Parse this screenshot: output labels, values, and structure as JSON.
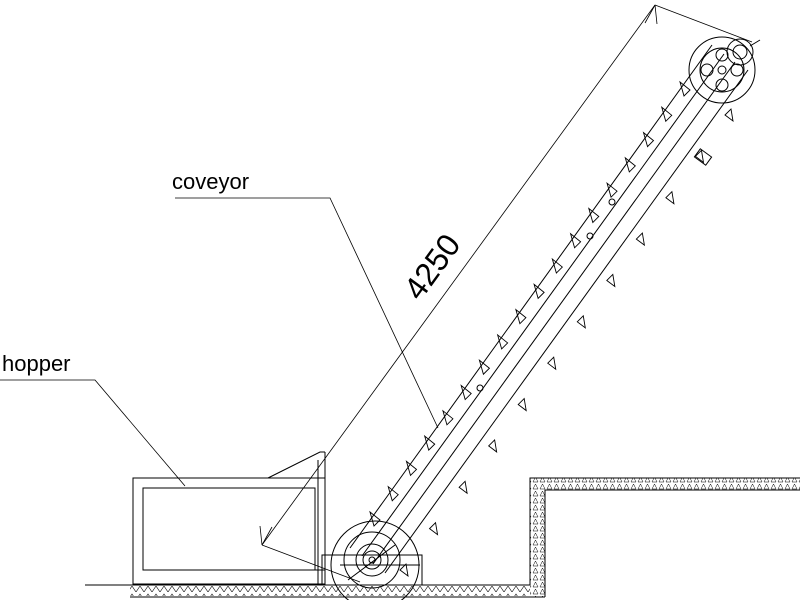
{
  "labels": {
    "conveyor": "coveyor",
    "hopper": "hopper",
    "length_dimension": "4250"
  },
  "colors": {
    "line": "#000000",
    "background": "#ffffff"
  },
  "counts": {
    "flights": 18
  }
}
